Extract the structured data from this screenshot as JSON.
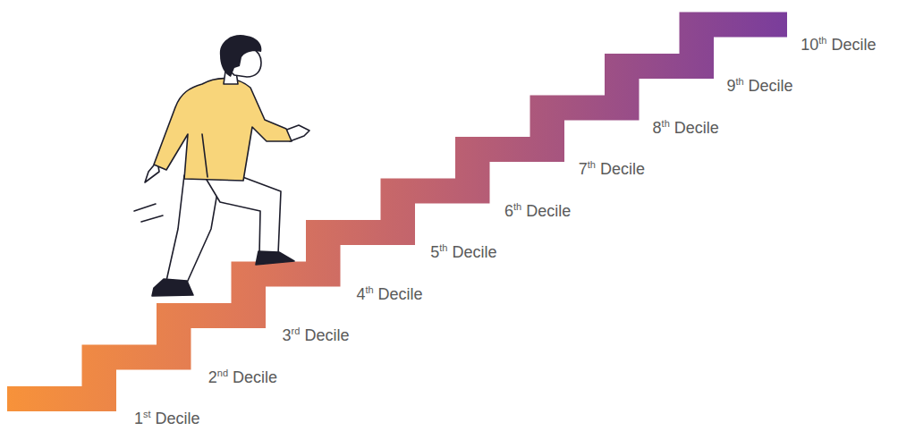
{
  "diagram": {
    "labels": [
      "1st Decile",
      "2nd Decile",
      "3rd Decile",
      "4th Decile",
      "5th Decile",
      "6th Decile",
      "7th Decile",
      "8th Decile",
      "9th Decile",
      "10th Decile"
    ]
  }
}
